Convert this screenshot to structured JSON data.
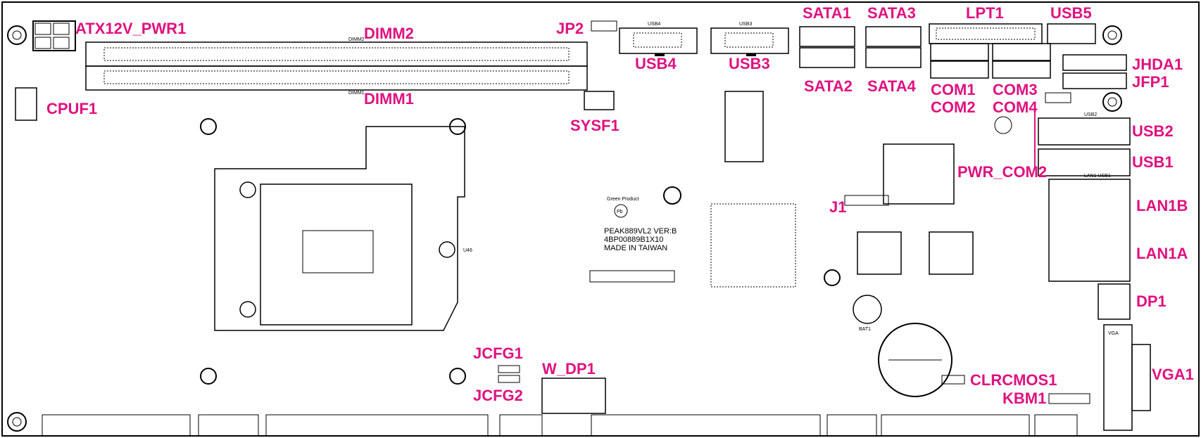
{
  "colors": {
    "callout": "#e0117f",
    "ink": "#000000",
    "board": "#ffffff"
  },
  "labels": {
    "atx12v_pwr1": "ATX12V_PWR1",
    "dimm2": "DIMM2",
    "dimm1": "DIMM1",
    "jp2": "JP2",
    "usb4": "USB4",
    "usb3": "USB3",
    "sata1": "SATA1",
    "sata3": "SATA3",
    "sata2": "SATA2",
    "sata4": "SATA4",
    "lpt1": "LPT1",
    "usb5": "USB5",
    "com1": "COM1",
    "com2": "COM2",
    "com3": "COM3",
    "com4": "COM4",
    "jhda1": "JHDA1",
    "jfp1": "JFP1",
    "pwr_com2": "PWR_COM2",
    "usb2": "USB2",
    "usb1": "USB1",
    "cpuf1": "CPUF1",
    "sysf1": "SYSF1",
    "j1": "J1",
    "lan1b": "LAN1B",
    "lan1a": "LAN1A",
    "dp1": "DP1",
    "vga1": "VGA1",
    "jcfg1": "JCFG1",
    "jcfg2": "JCFG2",
    "w_dp1": "W_DP1",
    "clrcmos1": "CLRCMOS1",
    "kbm1": "KBM1"
  },
  "silkscreen": {
    "green_product": "Green Product",
    "pb": "Pb",
    "model": "PEAK889VL2 VER:B",
    "part_no": "4BP00889B1X10",
    "origin": "MADE IN TAIWAN",
    "dimm2_silk": "DIMM2",
    "dimm1_silk": "DIMM1",
    "usb4_silk": "USB4",
    "usb3_silk": "USB3",
    "usb2_silk": "USB2",
    "lan_silk": "LAN1 USB1",
    "vga_silk": "VGA",
    "bat_silk": "BAT1",
    "u46_silk": "U46"
  }
}
